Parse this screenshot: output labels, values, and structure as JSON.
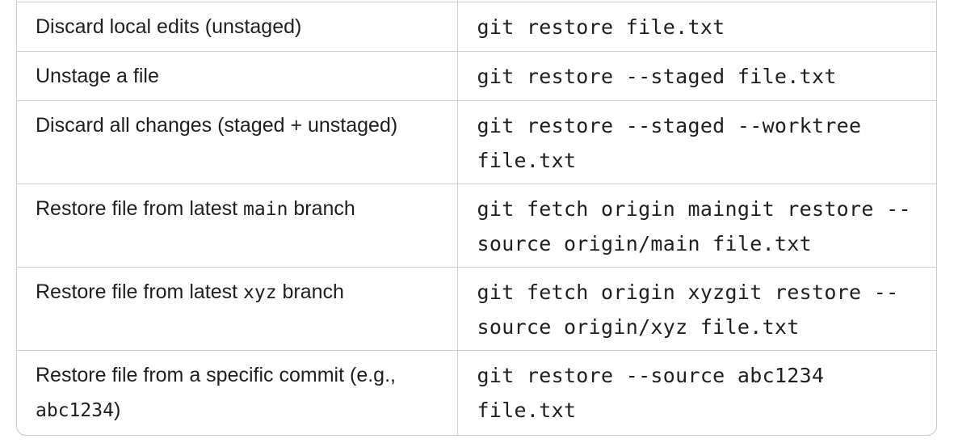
{
  "table": {
    "rows": [
      {
        "description": "Discard local edits (unstaged)",
        "command": "git restore file.txt"
      },
      {
        "description": "Unstage a file",
        "command": "git restore --staged file.txt"
      },
      {
        "description": "Discard all changes (staged + unstaged)",
        "command": "git restore --staged --worktree file.txt"
      },
      {
        "description_pre": "Restore file from latest ",
        "description_code": "main",
        "description_post": " branch",
        "command": "git fetch origin maingit restore --source origin/main file.txt"
      },
      {
        "description_pre": "Restore file from latest ",
        "description_code": "xyz",
        "description_post": " branch",
        "command": "git fetch origin xyzgit restore --source origin/xyz file.txt"
      },
      {
        "description_pre": "Restore file from a specific commit (e.g., ",
        "description_code": "abc1234",
        "description_post": ")",
        "command": "git restore --source abc1234 file.txt"
      }
    ]
  }
}
